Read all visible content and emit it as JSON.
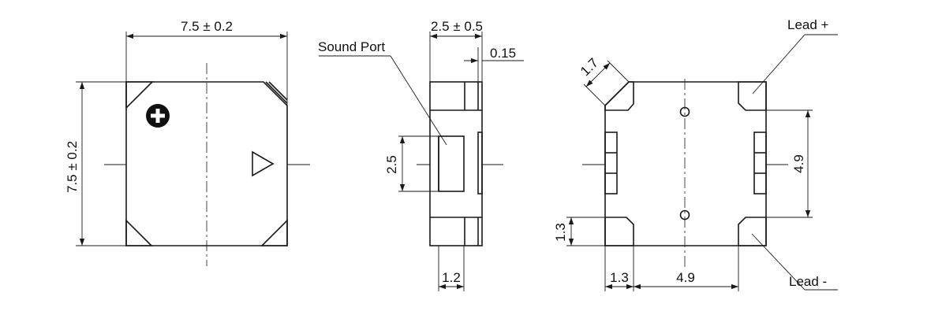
{
  "colors": {
    "line": "#1a1a1a",
    "background": "#ffffff"
  },
  "front_view": {
    "width_label": "7.5 ± 0.2",
    "height_label": "7.5 ± 0.2",
    "plus_symbol_icon": "plus-in-circle",
    "direction_mark_icon": "triangle-right"
  },
  "side_view": {
    "thickness_label": "2.5 ± 0.5",
    "lip_label": "0.15",
    "port_height_label": "2.5",
    "port_depth_label": "1.2",
    "sound_port_label": "Sound Port"
  },
  "bottom_view": {
    "chamfer_label": "1.7",
    "corner_height_label": "1.3",
    "corner_width_label": "1.3",
    "pad_span_label": "4.9",
    "pad_pitch_label": "4.9",
    "lead_plus_label": "Lead +",
    "lead_minus_label": "Lead -"
  }
}
